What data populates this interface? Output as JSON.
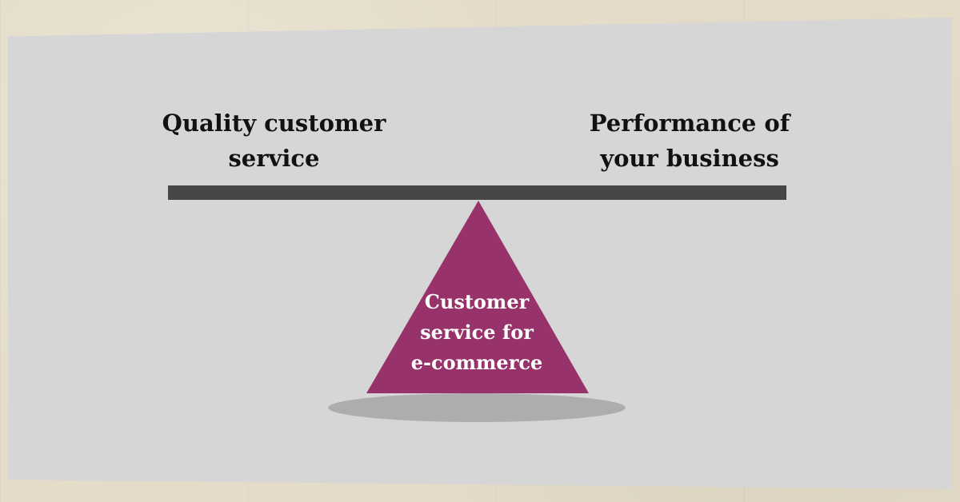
{
  "diagram": {
    "left_label": [
      "Quality customer",
      "service"
    ],
    "right_label": [
      "Performance of",
      "your business"
    ],
    "fulcrum_label": [
      "Customer",
      "service for",
      "e-commerce"
    ]
  },
  "colors": {
    "background": "#e4dcc8",
    "panel": "#d6d6d6",
    "beam": "#474747",
    "fulcrum": "#98326a",
    "shadow": "#adadad",
    "text": "#111111",
    "fulcrum_text": "#ffffff"
  }
}
